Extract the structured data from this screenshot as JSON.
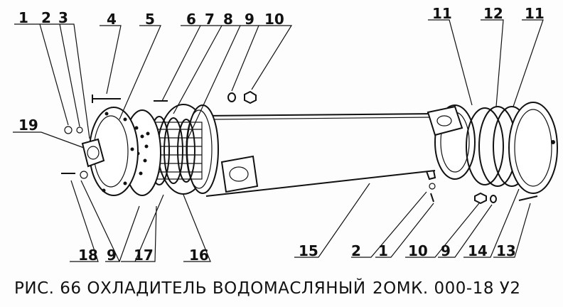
{
  "figure": {
    "caption_left": "РИС. 66 ОХЛАДИТЕЛЬ ВОДОМАСЛЯНЫЙ",
    "caption_right": "2ОМК. 000-18 У2"
  },
  "callouts": [
    {
      "id": "c1a",
      "text": "1"
    },
    {
      "id": "c2a",
      "text": "2"
    },
    {
      "id": "c3",
      "text": "3"
    },
    {
      "id": "c4",
      "text": "4"
    },
    {
      "id": "c5",
      "text": "5"
    },
    {
      "id": "c6",
      "text": "6"
    },
    {
      "id": "c7",
      "text": "7"
    },
    {
      "id": "c8",
      "text": "8"
    },
    {
      "id": "c9a",
      "text": "9"
    },
    {
      "id": "c10a",
      "text": "10"
    },
    {
      "id": "c11a",
      "text": "11"
    },
    {
      "id": "c12",
      "text": "12"
    },
    {
      "id": "c11b",
      "text": "11"
    },
    {
      "id": "c19",
      "text": "19"
    },
    {
      "id": "c18",
      "text": "18"
    },
    {
      "id": "c9b",
      "text": "9"
    },
    {
      "id": "c17",
      "text": "17"
    },
    {
      "id": "c16",
      "text": "16"
    },
    {
      "id": "c15",
      "text": "15"
    },
    {
      "id": "c2b",
      "text": "2"
    },
    {
      "id": "c1b",
      "text": "1"
    },
    {
      "id": "c10b",
      "text": "10"
    },
    {
      "id": "c9c",
      "text": "9"
    },
    {
      "id": "c14",
      "text": "14"
    },
    {
      "id": "c13",
      "text": "13"
    }
  ]
}
